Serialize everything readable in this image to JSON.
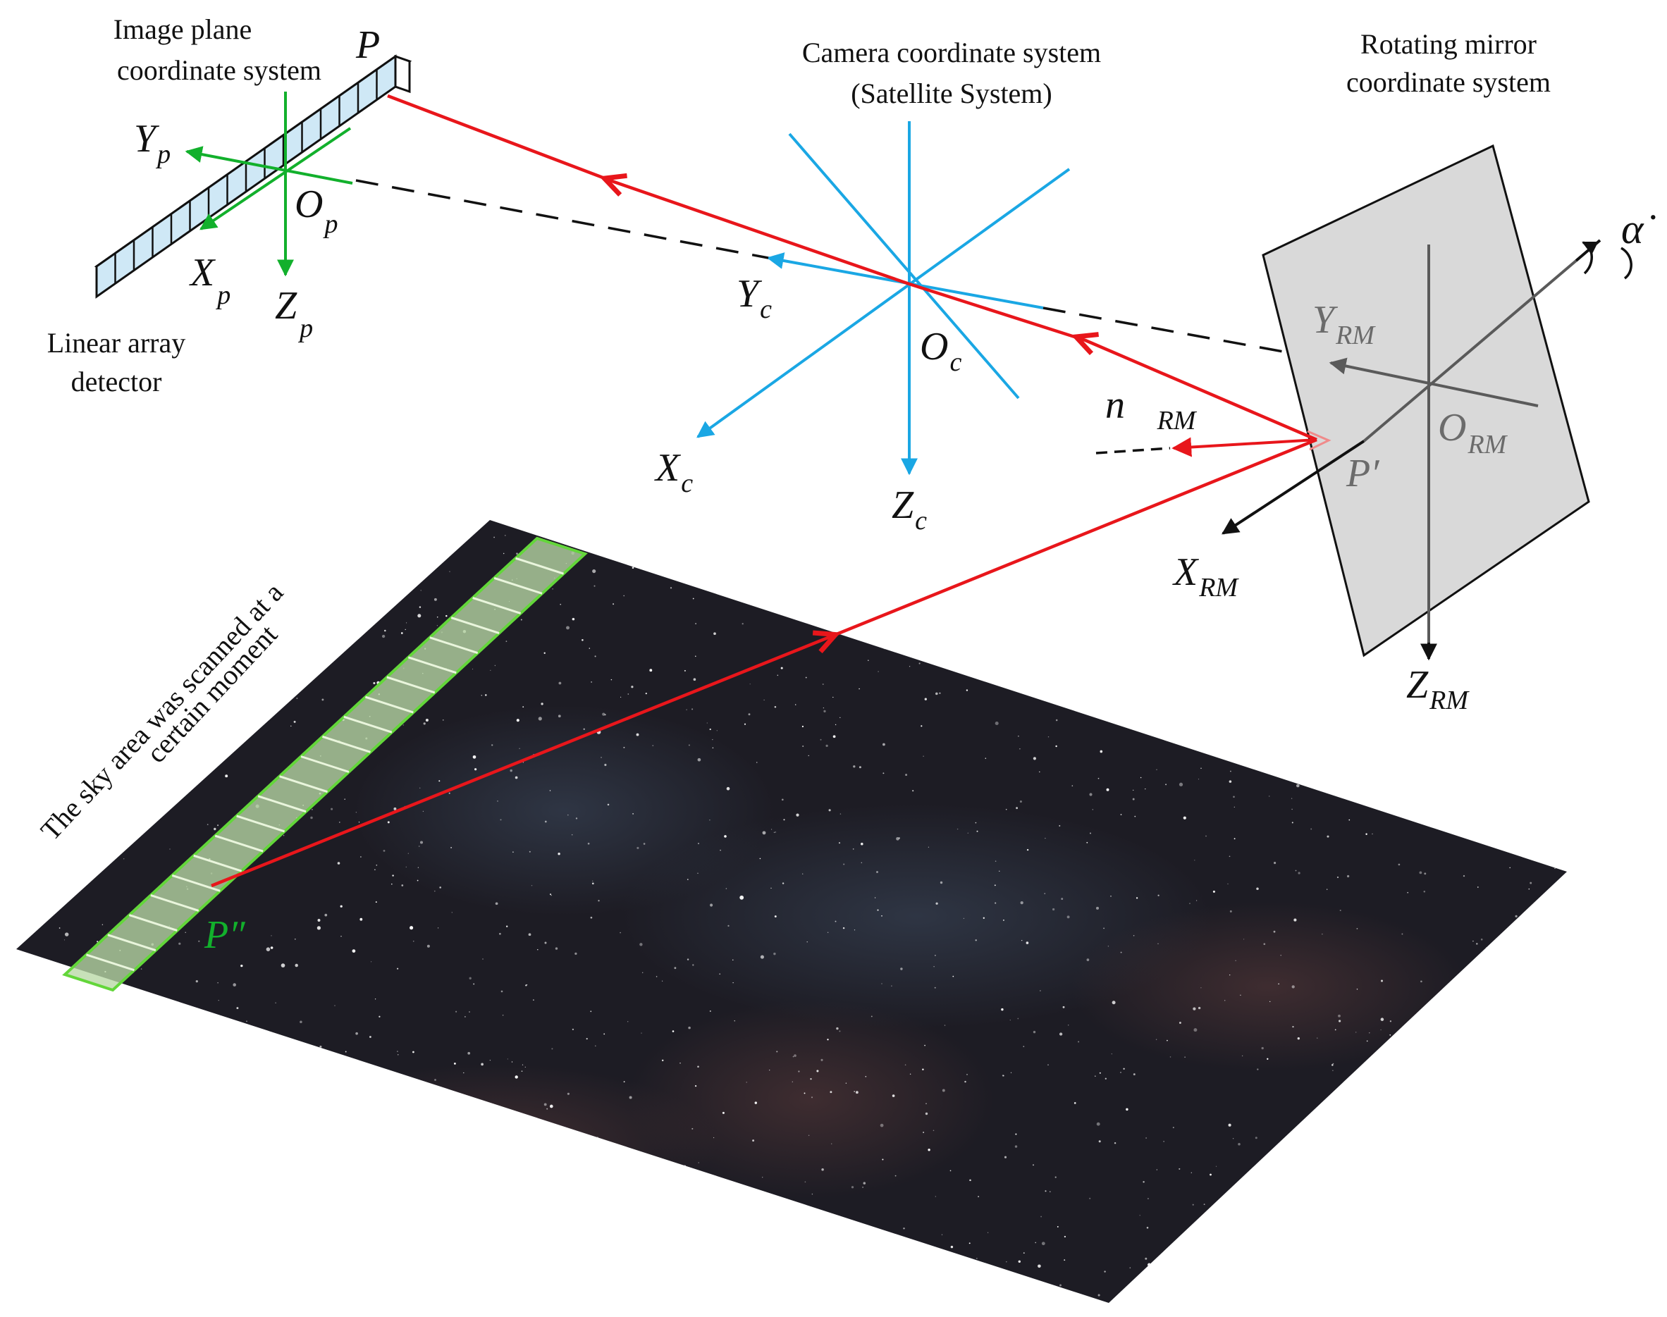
{
  "labels": {
    "image_plane_title_line1": "Image plane",
    "image_plane_title_line2": "coordinate system",
    "detector_line1": "Linear array",
    "detector_line2": "detector",
    "camera_title_line1": "Camera coordinate system",
    "camera_title_line2": "(Satellite System)",
    "mirror_title_line1": "Rotating mirror",
    "mirror_title_line2": "coordinate system",
    "sky_line1": "The sky area was scanned at a",
    "sky_line2": "certain moment"
  },
  "symbols": {
    "P": "P",
    "P_prime": "P′",
    "P_double": "P″",
    "Yp": {
      "base": "Y",
      "sub": "p"
    },
    "Xp": {
      "base": "X",
      "sub": "p"
    },
    "Zp": {
      "base": "Z",
      "sub": "p"
    },
    "Op": {
      "base": "O",
      "sub": "p"
    },
    "Yc": {
      "base": "Y",
      "sub": "c"
    },
    "Xc": {
      "base": "X",
      "sub": "c"
    },
    "Zc": {
      "base": "Z",
      "sub": "c"
    },
    "Oc": {
      "base": "O",
      "sub": "c"
    },
    "YRM": {
      "base": "Y",
      "sub": "RM"
    },
    "XRM": {
      "base": "X",
      "sub": "RM"
    },
    "ZRM": {
      "base": "Z",
      "sub": "RM"
    },
    "ORM": {
      "base": "O",
      "sub": "RM"
    },
    "nRM": {
      "base": "n⃗",
      "sub": "RM"
    },
    "alpha_dot": "α̇"
  },
  "colors": {
    "ray": "#e8161b",
    "image_plane_axes": "#12b02c",
    "camera_axes": "#1aa7e4",
    "mirror_axes": "#5a5a5a",
    "mirror_plane": "#d9d9d9",
    "detector_cell": "#cfe8f6",
    "sky_background": "#1d1c24",
    "scan_strip": "#b9d9a5",
    "scan_strip_border": "#63d63a"
  }
}
